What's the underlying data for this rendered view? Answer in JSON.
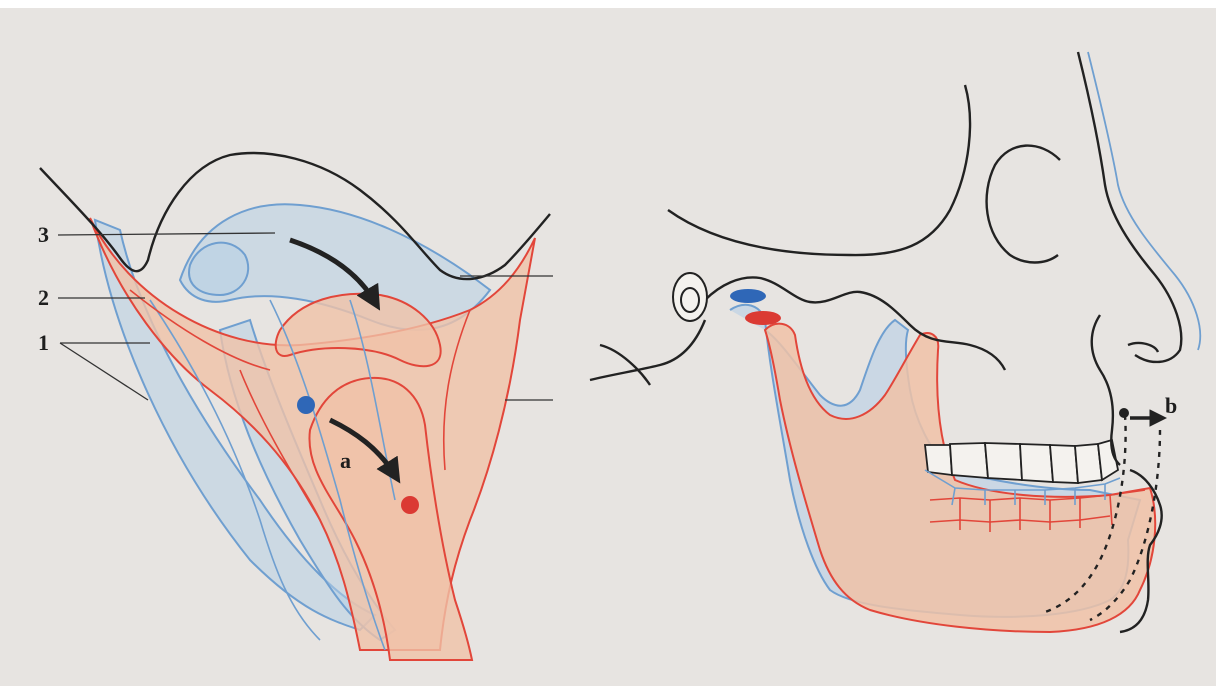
{
  "labels": {
    "n3": "3",
    "n2": "2",
    "n1": "1",
    "a": "a",
    "b": "b"
  },
  "colors": {
    "paper": "#e7e4e1",
    "outline": "#222222",
    "red": "#e2463a",
    "blue": "#6f9fd0",
    "fill_pink": "#f0c2a7",
    "fill_blue": "#b7cfe6",
    "dot_blue": "#2f67b7",
    "dot_red": "#db3a33"
  }
}
